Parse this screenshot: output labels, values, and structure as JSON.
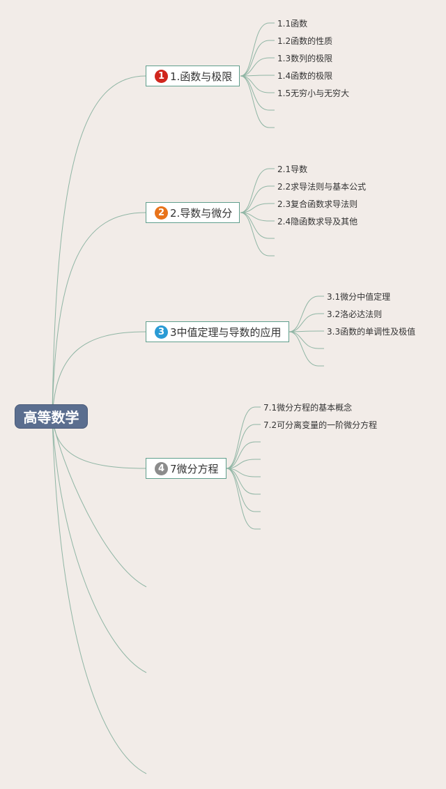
{
  "root": {
    "label": "高等数学"
  },
  "colors": {
    "line": "#8fb5a4",
    "topic_border": "#5f9e8c",
    "root_bg": "#5b6e8f",
    "background": "#f2ece8"
  },
  "branches": [
    {
      "badge": "1",
      "badge_color": "#d0261d",
      "label": "1.函数与极限",
      "children": [
        "1.1函数",
        "1.2函数的性质",
        "1.3数列的极限",
        "1.4函数的极限",
        "1.5无穷小与无穷大",
        "",
        ""
      ]
    },
    {
      "badge": "2",
      "badge_color": "#e8731a",
      "label": "2.导数与微分",
      "children": [
        "2.1导数",
        "2.2求导法则与基本公式",
        "2.3复合函数求导法则",
        "2.4隐函数求导及其他",
        "",
        ""
      ]
    },
    {
      "badge": "3",
      "badge_color": "#2a9bd5",
      "label": "3中值定理与导数的应用",
      "children": [
        "3.1微分中值定理",
        "3.2洛必达法则",
        "3.3函数的单调性及极值",
        "",
        ""
      ]
    },
    {
      "badge": "4",
      "badge_color": "#8c8c8c",
      "label": "7微分方程",
      "children": [
        "7.1微分方程的基本概念",
        "7.2可分离变量的一阶微分方程",
        "",
        "",
        "",
        "",
        "",
        ""
      ]
    }
  ],
  "extra_branches": 3
}
